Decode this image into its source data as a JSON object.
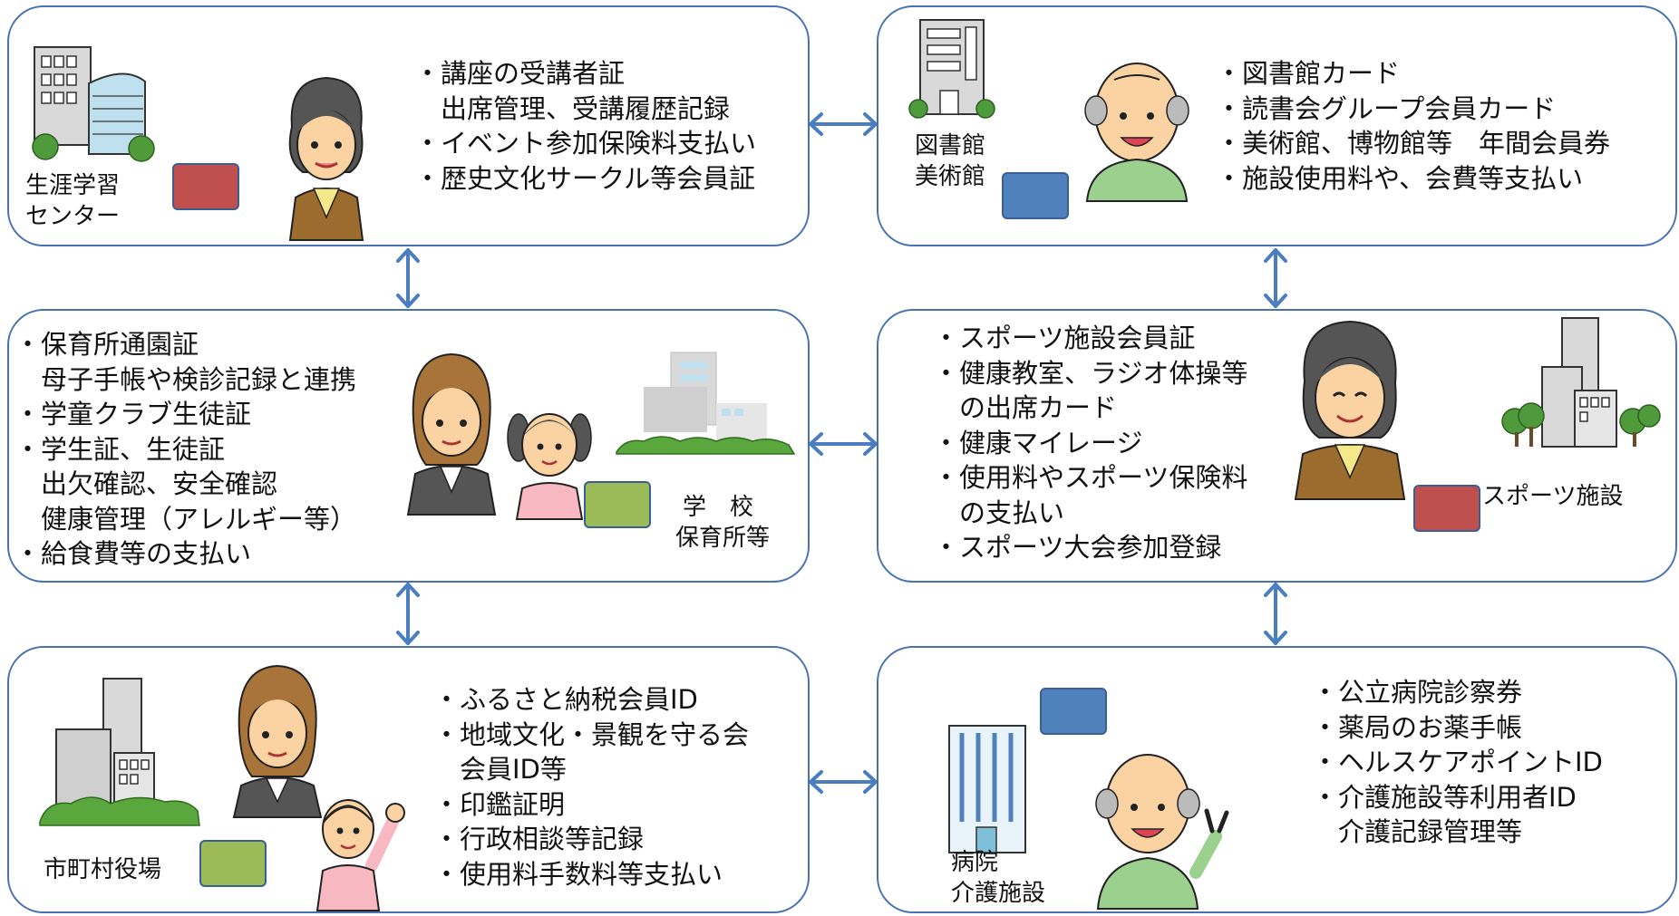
{
  "colors": {
    "border": "#4a72b0",
    "card_red": "#c0504d",
    "card_blue": "#4f81bd",
    "card_green": "#9bbb59",
    "arrow": "#4a7ec0"
  },
  "panels": {
    "lifelong": {
      "label_line1": "生涯学習",
      "label_line2": "センター",
      "items": [
        "・講座の受講者証",
        "　出席管理、受講履歴記録",
        "・イベント参加保険料支払い",
        "・歴史文化サークル等会員証"
      ]
    },
    "library": {
      "label_line1": "図書館",
      "label_line2": "美術館",
      "items": [
        "・図書館カード",
        "・読書会グループ会員カード",
        "・美術館、博物館等　年間会員券",
        "・施設使用料や、会費等支払い"
      ]
    },
    "school": {
      "label_line1": "学　校",
      "label_line2": "保育所等",
      "items": [
        "・保育所通園証",
        "　母子手帳や検診記録と連携",
        "・学童クラブ生徒証",
        "・学生証、生徒証",
        "　出欠確認、安全確認",
        "　健康管理（アレルギー等）",
        "・給食費等の支払い"
      ]
    },
    "sports": {
      "label": "スポーツ施設",
      "items": [
        "・スポーツ施設会員証",
        "・健康教室、ラジオ体操等",
        "　の出席カード",
        "・健康マイレージ",
        "・使用料やスポーツ保険料",
        "　の支払い",
        "・スポーツ大会参加登録"
      ]
    },
    "cityhall": {
      "label": "市町村役場",
      "items": [
        "・ふるさと納税会員ID",
        "・地域文化・景観を守る会",
        "　会員ID等",
        "・印鑑証明",
        "・行政相談等記録",
        "・使用料手数料等支払い"
      ]
    },
    "hospital": {
      "label_line1": "病院",
      "label_line2": "介護施設",
      "items": [
        "・公立病院診察券",
        "・薬局のお薬手帳",
        "・ヘルスケアポイントID",
        "・介護施設等利用者ID",
        "　介護記録管理等"
      ]
    }
  }
}
